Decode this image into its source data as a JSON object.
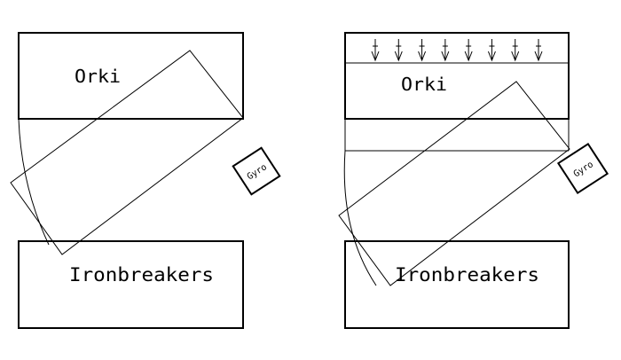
{
  "colors": {
    "line": "#000000",
    "background": "#ffffff"
  },
  "left_panel": {
    "top_unit_label": "Orki",
    "bottom_unit_label": "Ironbreakers",
    "machine_label": "Gyro"
  },
  "right_panel": {
    "top_unit_label": "Orki",
    "bottom_unit_label": "Ironbreakers",
    "machine_label": "Gyro",
    "arrow_count": 8,
    "arrow_icon": "down-arrow-icon"
  }
}
